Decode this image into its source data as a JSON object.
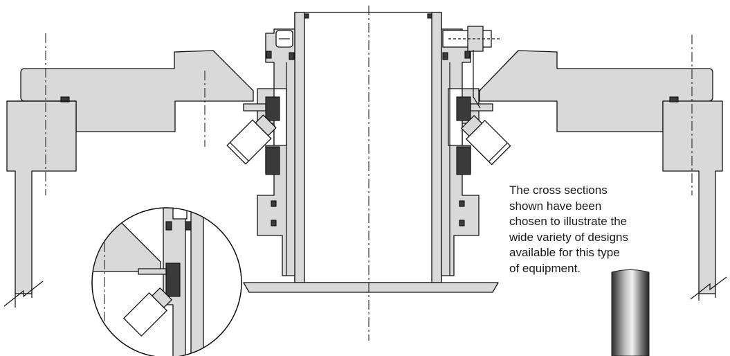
{
  "caption": {
    "lines": [
      "The cross sections",
      "shown have been",
      "chosen to illustrate the",
      "wide variety of designs",
      "available for this type",
      "of equipment."
    ]
  },
  "colors": {
    "section_fill": "#d9d9d9",
    "line": "#111111",
    "seal_face": "#3a3a3a",
    "background": "#ffffff"
  }
}
